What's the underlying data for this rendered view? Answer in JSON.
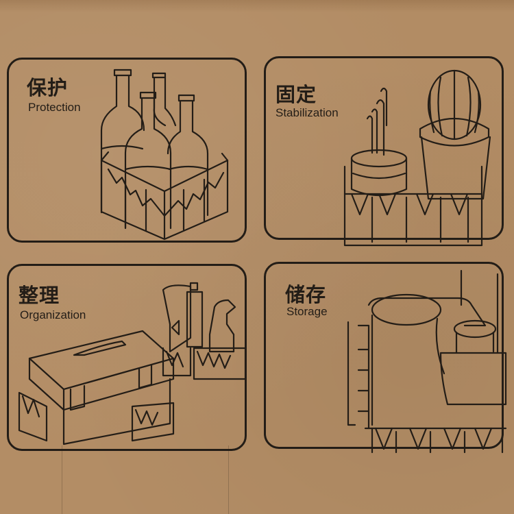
{
  "panels": [
    {
      "id": "protection",
      "title_zh": "保护",
      "title_en": "Protection",
      "icon": "wine-bottles-in-pulp-tray-icon"
    },
    {
      "id": "stabilization",
      "title_zh": "固定",
      "title_en": "Stabilization",
      "icon": "potted-cacti-in-pulp-tray-icon"
    },
    {
      "id": "organization",
      "title_zh": "整理",
      "title_en": "Organization",
      "icon": "toolbox-and-bottles-in-pulp-tray-icon"
    },
    {
      "id": "storage",
      "title_zh": "储存",
      "title_en": "Storage",
      "icon": "containers-in-pulp-tray-icon"
    }
  ],
  "colors": {
    "cardboard": "#b08a62",
    "ink": "#231d17"
  }
}
